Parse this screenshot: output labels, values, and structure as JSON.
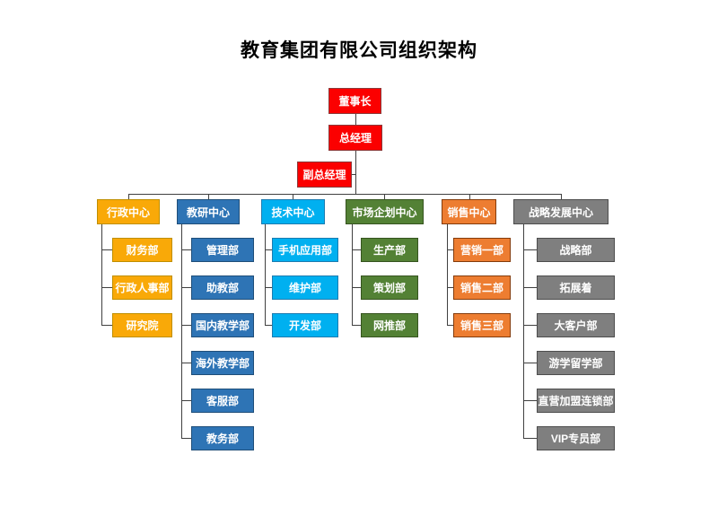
{
  "title": "教育集团有限公司组织架构",
  "colors": {
    "line": "#404040",
    "red": {
      "fill": "#FB0000",
      "border": "#8B3A3A"
    },
    "yellow": {
      "fill": "#F9A908",
      "border": "#BF8F00"
    },
    "blue": {
      "fill": "#2E74B5",
      "border": "#1F4E79"
    },
    "cyan": {
      "fill": "#00B0F0",
      "border": "#1C7CB0"
    },
    "green": {
      "fill": "#538135",
      "border": "#36541F"
    },
    "orange": {
      "fill": "#ED7D31",
      "border": "#843C0C"
    },
    "gray": {
      "fill": "#7F7F7F",
      "border": "#4D4D4D"
    }
  },
  "org": {
    "chairman": "董事长",
    "general_manager": "总经理",
    "deputy_general_manager": "副总经理",
    "divisions": [
      {
        "label": "行政中心",
        "children": [
          "财务部",
          "行政人事部",
          "研究院"
        ]
      },
      {
        "label": "教研中心",
        "children": [
          "管理部",
          "助教部",
          "国内教学部",
          "海外教学部",
          "客服部",
          "教务部"
        ]
      },
      {
        "label": "技术中心",
        "children": [
          "手机应用部",
          "维护部",
          "开发部"
        ]
      },
      {
        "label": "市场企划中心",
        "children": [
          "生产部",
          "策划部",
          "网推部"
        ]
      },
      {
        "label": "销售中心",
        "children": [
          "营销一部",
          "销售二部",
          "销售三部"
        ]
      },
      {
        "label": "战略发展中心",
        "children": [
          "战略部",
          "拓展着",
          "大客户部",
          "游学留学部",
          "直营加盟连锁部",
          "VIP专员部"
        ]
      }
    ]
  }
}
